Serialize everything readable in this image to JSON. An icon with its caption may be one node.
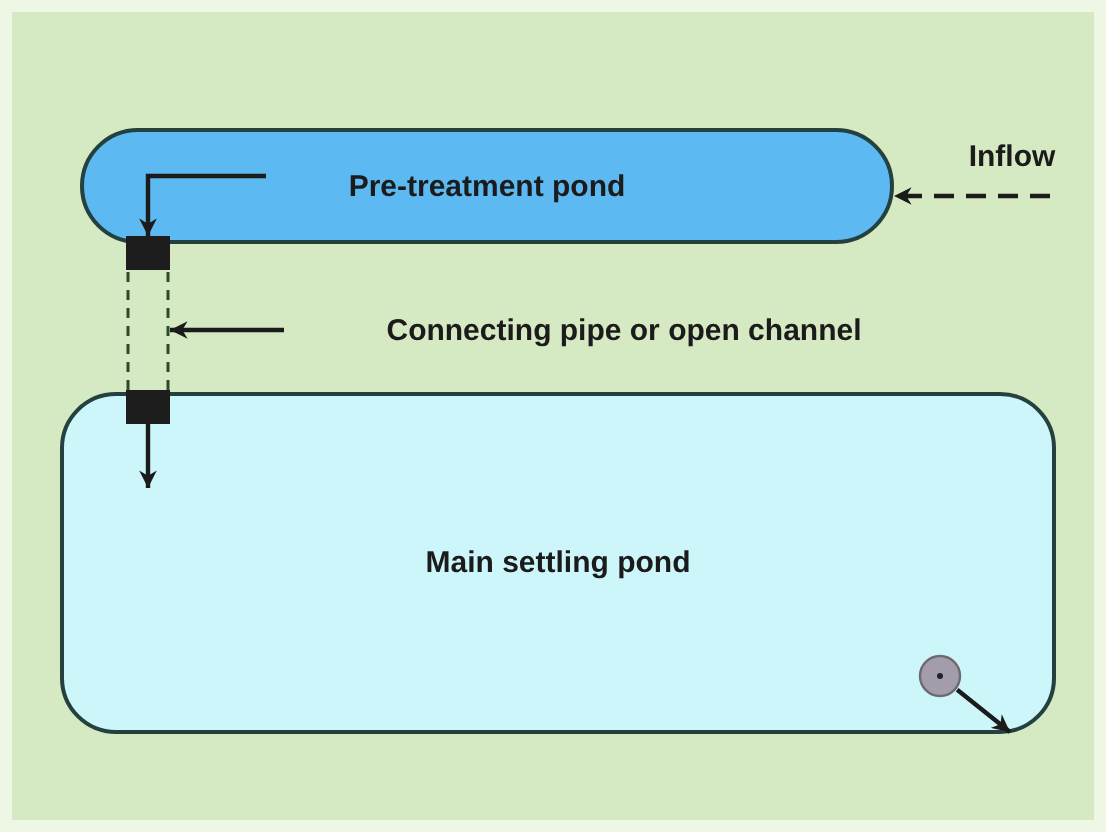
{
  "diagram": {
    "nodes": [
      {
        "text": [
          "Pre-treatment pond"
        ]
      },
      {
        "text": [
          "Main settling pond"
        ]
      },
      {
        "text": [],
        "shape": "bar"
      },
      {
        "text": [
          "Connecting pipe or open channel"
        ]
      },
      {
        "text": [],
        "shape": "circle",
        "in": 1
      }
    ],
    "edges": [
      {
        "from": null,
        "to": 0,
        "arrow": "to",
        "style": "dashed",
        "label": "Inflow"
      },
      {
        "from": 0,
        "to": 2,
        "arrow": "to"
      },
      {
        "from": 3,
        "to": 2,
        "arrow": "to"
      },
      {
        "from": 2,
        "to": null,
        "arrow": "to"
      },
      {
        "from": 4,
        "to": null,
        "arrow": "to"
      }
    ]
  }
}
